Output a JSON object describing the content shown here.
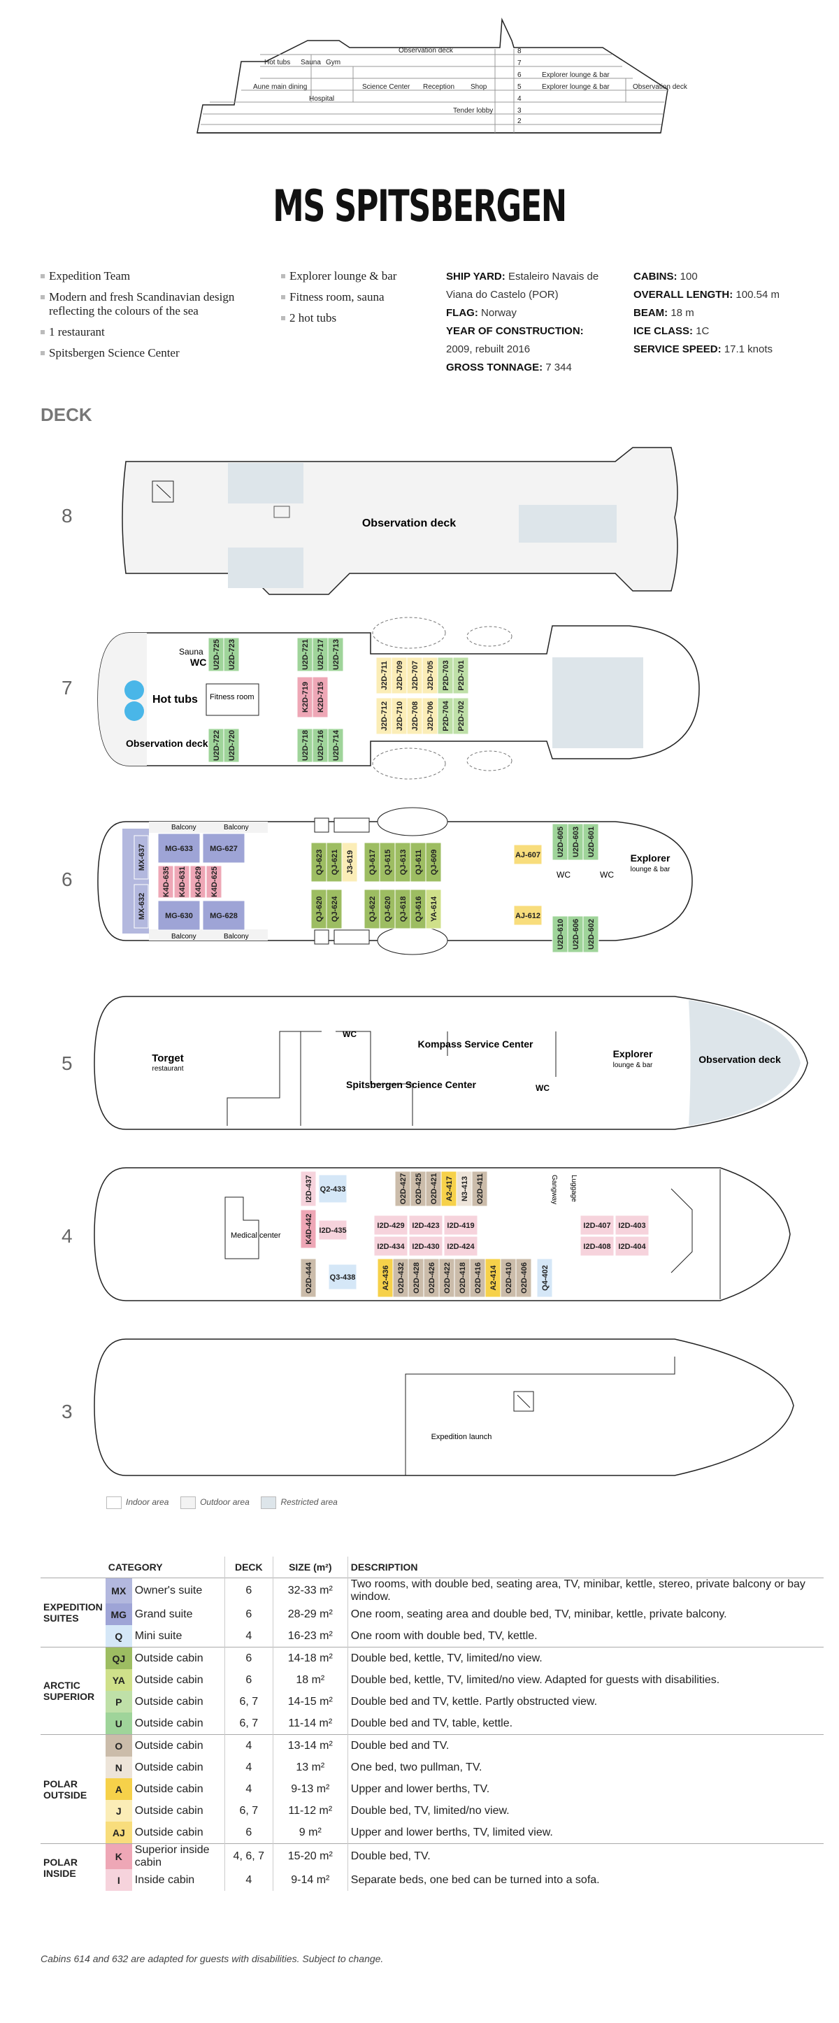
{
  "ship_name": "MS SPITSBERGEN",
  "profile": {
    "deck_numbers": [
      "8",
      "7",
      "6",
      "5",
      "4",
      "3",
      "2"
    ],
    "labels": {
      "obs_deck": "Observation deck",
      "hot_tubs": "Hot tubs",
      "sauna": "Sauna",
      "gym": "Gym",
      "explorer67": "Explorer lounge & bar",
      "explorer5": "Explorer lounge & bar",
      "obs5": "Observation deck",
      "aune": "Aune main dining",
      "hospital": "Hospital",
      "science": "Science Center",
      "reception": "Reception",
      "shop": "Shop",
      "tender": "Tender lobby"
    }
  },
  "features_left": [
    "Expedition Team",
    "Modern and fresh Scandinavian design reflecting the colours of the sea",
    "1 restaurant",
    "Spitsbergen Science Center"
  ],
  "features_right": [
    "Explorer lounge & bar",
    "Fitness room, sauna",
    "2 hot tubs"
  ],
  "facts_left": [
    {
      "k": "SHIP YARD:",
      "v": "Estaleiro Navais de Viana do Castelo (POR)"
    },
    {
      "k": "FLAG:",
      "v": "Norway"
    },
    {
      "k": "YEAR OF CONSTRUCTION:",
      "v": "2009, rebuilt 2016"
    },
    {
      "k": "GROSS TONNAGE:",
      "v": "7 344"
    }
  ],
  "facts_right": [
    {
      "k": "CABINS:",
      "v": "100"
    },
    {
      "k": "OVERALL LENGTH:",
      "v": "100.54 m"
    },
    {
      "k": "BEAM:",
      "v": "18 m"
    },
    {
      "k": "ICE CLASS:",
      "v": "1C"
    },
    {
      "k": "SERVICE SPEED:",
      "v": "17.1 knots"
    }
  ],
  "deck_heading": "DECK",
  "deck_labels": [
    "8",
    "7",
    "6",
    "5",
    "4",
    "3"
  ],
  "colors": {
    "MX": "#b3b8de",
    "MG": "#9ea4d6",
    "Q": "#d5e7f7",
    "QJ": "#9dbd62",
    "YA": "#cfe08a",
    "P": "#bfe0a8",
    "U": "#9fd49a",
    "K": "#eea7b6",
    "I": "#f6d3dc",
    "A": "#f6d14a",
    "J": "#fbedb7",
    "AJ": "#f8dd7c",
    "N": "#ede4d9",
    "O": "#cbbcaa",
    "outdoor": "#f3f3f3",
    "restricted": "#dde5ea"
  },
  "areas": {
    "d8_obs": "Observation deck",
    "d7_sauna": "Sauna",
    "d7_wc": "WC",
    "d7_hot": "Hot tubs",
    "d7_fit": "Fitness room",
    "d7_obs": "Observation deck",
    "d6_balcony": "Balcony",
    "d6_wc": "WC",
    "d6_explorer": "Explorer",
    "d6_explorer_sub": "lounge & bar",
    "d5_torget": "Torget",
    "d5_torget_sub": "restaurant",
    "d5_wc": "WC",
    "d5_kompass": "Kompass Service Center",
    "d5_science": "Spitsbergen Science Center",
    "d5_explorer": "Explorer",
    "d5_explorer_sub": "lounge & bar",
    "d5_obs": "Observation deck",
    "d4_medical": "Medical center",
    "d4_gangway": "Gangway",
    "d4_luggage": "Luggage",
    "d3_launch": "Expedition launch"
  },
  "cabins": {
    "d7": [
      "U2D-725",
      "U2D-723",
      "U2D-722",
      "U2D-720",
      "U2D-721",
      "U2D-717",
      "U2D-713",
      "K2D-719",
      "K2D-715",
      "U2D-718",
      "U2D-716",
      "U2D-714",
      "J2D-711",
      "J2D-709",
      "J2D-707",
      "J2D-705",
      "P2D-703",
      "P2D-701",
      "J2D-712",
      "J2D-710",
      "J2D-708",
      "J2D-706",
      "P2D-704",
      "P2D-702"
    ],
    "d6": [
      "MX-637",
      "MX-632",
      "MG-633",
      "MG-627",
      "MG-630",
      "MG-628",
      "K4D-635",
      "K4D-631",
      "K4D-629",
      "K4D-625",
      "QJ-623",
      "QJ-621",
      "J3-619",
      "QJ-617",
      "QJ-615",
      "QJ-613",
      "QJ-611",
      "QJ-609",
      "AJ-607",
      "QJ-620",
      "QJ-624",
      "QJ-622",
      "QJ-620",
      "QJ-618",
      "QJ-616",
      "YA-614",
      "AJ-612",
      "U2D-605",
      "U2D-603",
      "U2D-601",
      "U2D-610",
      "U2D-606",
      "U2D-602"
    ],
    "d4": [
      "I2D-437",
      "Q2-433",
      "O2D-427",
      "O2D-425",
      "O2D-421",
      "A2-417",
      "N3-413",
      "O2D-411",
      "K4D-442",
      "I2D-435",
      "I2D-429",
      "I2D-423",
      "I2D-419",
      "I2D-407",
      "I2D-403",
      "I2D-434",
      "I2D-430",
      "I2D-424",
      "I2D-408",
      "I2D-404",
      "O2D-444",
      "Q3-438",
      "A2-436",
      "O2D-432",
      "O2D-428",
      "O2D-426",
      "O2D-422",
      "O2D-418",
      "O2D-416",
      "A2-414",
      "O2D-410",
      "O2D-406",
      "Q4-402"
    ]
  },
  "legend": {
    "indoor": "Indoor area",
    "outdoor": "Outdoor area",
    "restricted": "Restricted area"
  },
  "table": {
    "headers": {
      "category": "CATEGORY",
      "deck": "DECK",
      "size": "SIZE (m²)",
      "description": "DESCRIPTION"
    },
    "groups": [
      {
        "name": "EXPEDITION SUITES",
        "rows": [
          {
            "code": "MX",
            "cat": "Owner's suite",
            "deck": "6",
            "size": "32-33 m²",
            "desc": "Two rooms, with double bed, seating area, TV, minibar, kettle, stereo, private balcony or bay window."
          },
          {
            "code": "MG",
            "cat": "Grand suite",
            "deck": "6",
            "size": "28-29 m²",
            "desc": "One room, seating area and double bed, TV, minibar, kettle, private balcony."
          },
          {
            "code": "Q",
            "cat": "Mini suite",
            "deck": "4",
            "size": "16-23 m²",
            "desc": "One room with double bed, TV, kettle."
          }
        ]
      },
      {
        "name": "ARCTIC SUPERIOR",
        "rows": [
          {
            "code": "QJ",
            "cat": "Outside cabin",
            "deck": "6",
            "size": "14-18 m²",
            "desc": "Double bed, kettle, TV, limited/no view."
          },
          {
            "code": "YA",
            "cat": "Outside cabin",
            "deck": "6",
            "size": "18 m²",
            "desc": "Double bed, kettle, TV, limited/no view. Adapted for guests with disabilities."
          },
          {
            "code": "P",
            "cat": "Outside cabin",
            "deck": "6, 7",
            "size": "14-15 m²",
            "desc": "Double bed and TV, kettle. Partly obstructed view."
          },
          {
            "code": "U",
            "cat": "Outside cabin",
            "deck": "6, 7",
            "size": "11-14 m²",
            "desc": "Double bed and TV, table, kettle."
          }
        ]
      },
      {
        "name": "POLAR OUTSIDE",
        "rows": [
          {
            "code": "O",
            "cat": "Outside cabin",
            "deck": "4",
            "size": "13-14 m²",
            "desc": "Double bed and TV."
          },
          {
            "code": "N",
            "cat": "Outside cabin",
            "deck": "4",
            "size": "13 m²",
            "desc": "One bed, two pullman, TV."
          },
          {
            "code": "A",
            "cat": "Outside cabin",
            "deck": "4",
            "size": "9-13 m²",
            "desc": "Upper and lower berths, TV."
          },
          {
            "code": "J",
            "cat": "Outside cabin",
            "deck": "6, 7",
            "size": "11-12 m²",
            "desc": "Double bed, TV, limited/no view."
          },
          {
            "code": "AJ",
            "cat": "Outside cabin",
            "deck": "6",
            "size": "9 m²",
            "desc": "Upper and lower berths, TV, limited view."
          }
        ]
      },
      {
        "name": "POLAR INSIDE",
        "rows": [
          {
            "code": "K",
            "cat": "Superior inside cabin",
            "deck": "4, 6, 7",
            "size": "15-20 m²",
            "desc": "Double bed, TV."
          },
          {
            "code": "I",
            "cat": "Inside cabin",
            "deck": "4",
            "size": "9-14 m²",
            "desc": "Separate beds, one bed can be turned into a sofa."
          }
        ]
      }
    ]
  },
  "footnote": "Cabins 614 and 632 are adapted for guests with disabilities. Subject to change."
}
